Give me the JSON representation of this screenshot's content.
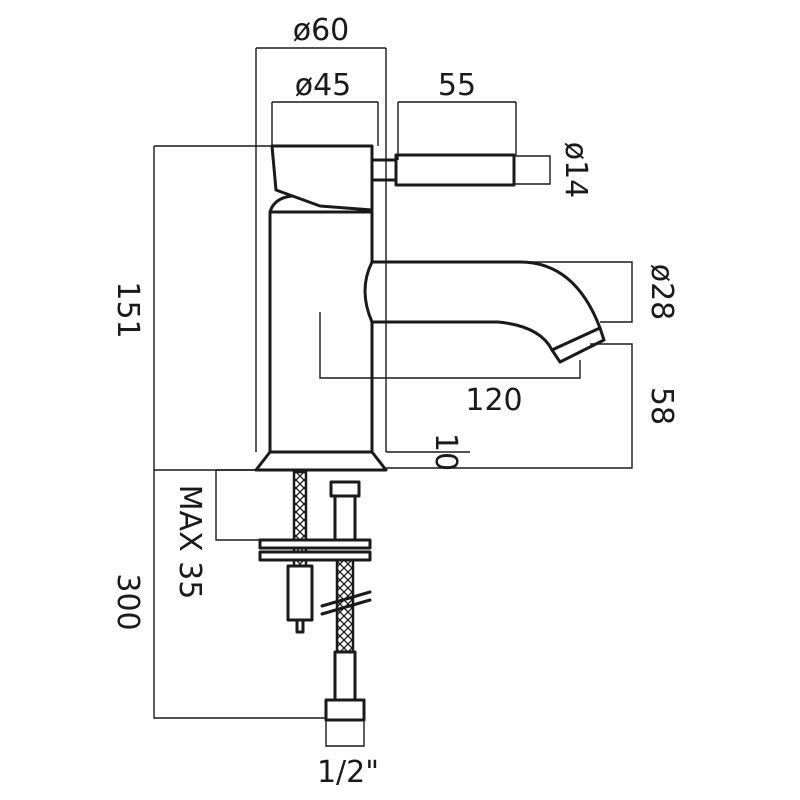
{
  "dimensions": {
    "base_diameter": "ø60",
    "body_diameter": "ø45",
    "handle_length": "55",
    "handle_diameter": "ø14",
    "total_height": "151",
    "spout_diameter": "ø28",
    "spout_projection": "120",
    "spout_height": "58",
    "base_height": "10",
    "max_deck_thickness": "MAX 35",
    "hose_length": "300",
    "connection_size": "1/2\""
  }
}
